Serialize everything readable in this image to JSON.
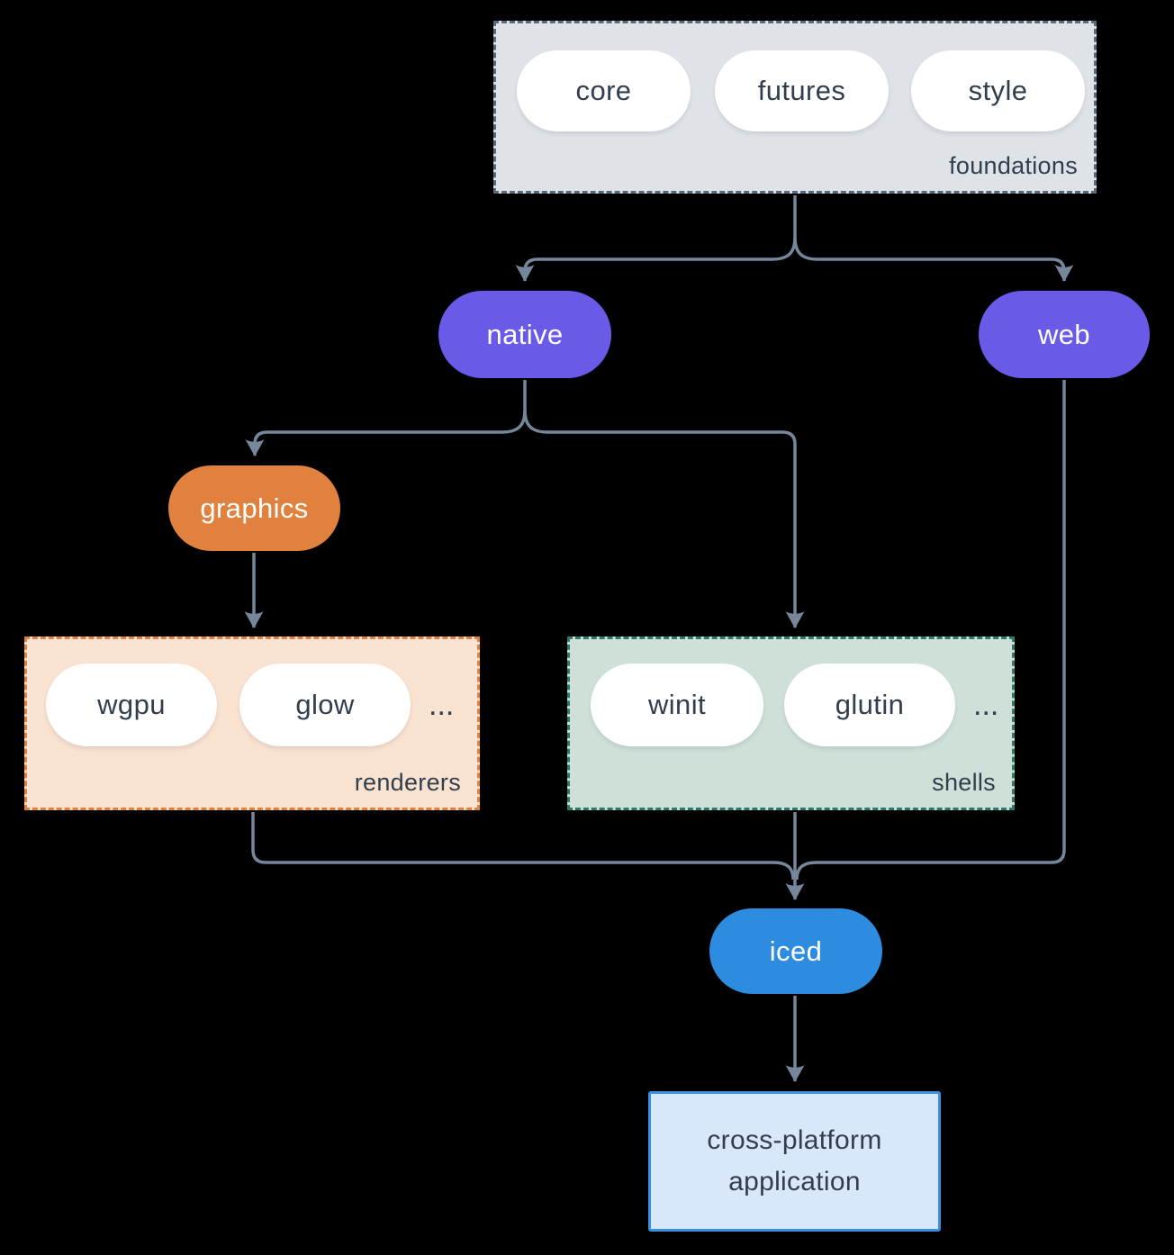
{
  "colors": {
    "background": "#000000",
    "arrow": "#76869B",
    "purple": "#695AE8",
    "orange": "#E0813D",
    "blue": "#2D8CDF",
    "foundations_fill": "#DFE3E7",
    "foundations_border": "#5A6A7B",
    "renderers_fill": "#FAE2D1",
    "renderers_border": "#E0813D",
    "shells_fill": "#CEE0D8",
    "shells_border": "#2C7A6B",
    "app_fill": "#D8E8FA",
    "app_border": "#3B8DE0",
    "pill_fill": "#FFFFFF",
    "text_dark": "#313E4E"
  },
  "groups": {
    "foundations": {
      "label": "foundations",
      "pills": [
        "core",
        "futures",
        "style"
      ]
    },
    "renderers": {
      "label": "renderers",
      "pills": [
        "wgpu",
        "glow"
      ],
      "ellipsis": "..."
    },
    "shells": {
      "label": "shells",
      "pills": [
        "winit",
        "glutin"
      ],
      "ellipsis": "..."
    }
  },
  "nodes": {
    "native": {
      "label": "native"
    },
    "web": {
      "label": "web"
    },
    "graphics": {
      "label": "graphics"
    },
    "iced": {
      "label": "iced"
    },
    "app": {
      "label": "cross-platform application"
    }
  }
}
